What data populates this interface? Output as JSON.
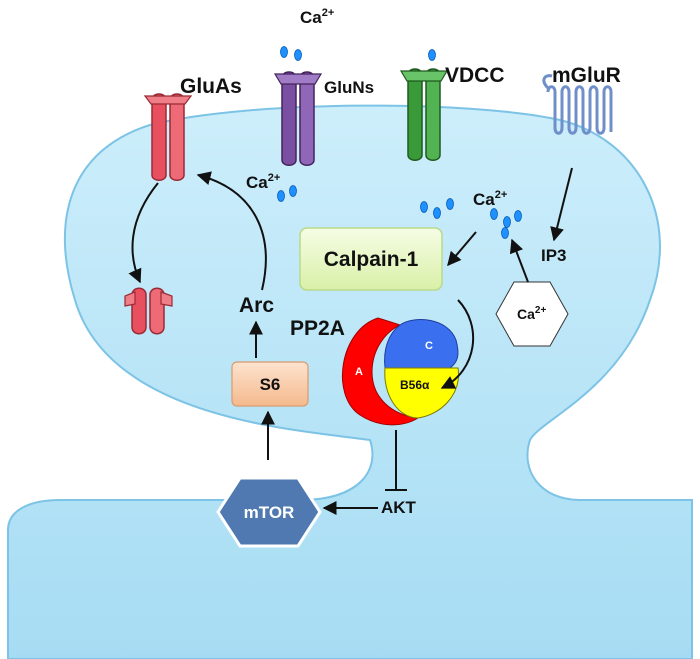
{
  "labels": {
    "ca_top": "Ca",
    "ca_mid": "Ca",
    "ca_right": "Ca",
    "ca_store": "Ca",
    "charge": "2+",
    "gluas": "GluAs",
    "gluns": "GluNs",
    "vdcc": "VDCC",
    "mglur": "mGluR",
    "calpain": "Calpain-1",
    "ip3": "IP3",
    "arc": "Arc",
    "pp2a": "PP2A",
    "sub_a": "A",
    "sub_c": "C",
    "sub_b": "B56α",
    "s6": "S6",
    "akt": "AKT",
    "mtor": "mTOR"
  },
  "colors": {
    "cell_fill": "#bfe6f7",
    "cell_stroke": "#7cc3e6",
    "ion": "#1e90ff",
    "gluas": "#e8505f",
    "gluns": "#7a4ea0",
    "vdcc": "#3a9a3a",
    "mglur": "#6f8fc9",
    "calpain_fill": "#e9f7c9",
    "s6_fill": "#f9c9a6",
    "mtor_fill": "#4f79b0",
    "pp2a_a": "#ff0000",
    "pp2a_c": "#3a6ff0",
    "pp2a_b": "#ffff00"
  }
}
